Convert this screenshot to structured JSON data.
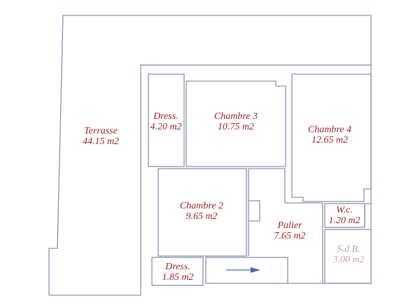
{
  "plan": {
    "wall_color": "#8a93aa",
    "label_color": "#a3222e",
    "arrow_color": "#4a66a8",
    "rooms": [
      {
        "id": "terrasse",
        "name": "Terrasse",
        "area": "44.15 m2"
      },
      {
        "id": "dress-top",
        "name": "Dress.",
        "area": "4.20 m2"
      },
      {
        "id": "chambre-3",
        "name": "Chambre 3",
        "area": "10.75 m2"
      },
      {
        "id": "chambre-4",
        "name": "Chambre 4",
        "area": "12.65 m2"
      },
      {
        "id": "chambre-2",
        "name": "Chambre 2",
        "area": "9.65 m2"
      },
      {
        "id": "palier",
        "name": "Palier",
        "area": "7.65 m2"
      },
      {
        "id": "wc",
        "name": "W.c.",
        "area": "1.20 m2"
      },
      {
        "id": "sdb",
        "name": "S.d.B.",
        "area": "3.00 m2"
      },
      {
        "id": "dress-bottom",
        "name": "Dress.",
        "area": "1.85 m2"
      }
    ],
    "stair_arrow": "right-arrow"
  }
}
